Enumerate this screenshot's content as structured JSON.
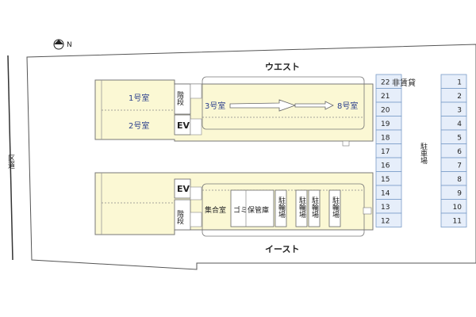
{
  "compass": {
    "north_label": "N"
  },
  "road": {
    "label": "区道"
  },
  "west_label": "ウエスト",
  "east_label": "イースト",
  "rooms": {
    "r1": "1号室",
    "r2": "2号室",
    "r3": "3号室",
    "r8": "8号室"
  },
  "stairs_label": "階段",
  "ev_label": "EV",
  "assembly_room": "集合室",
  "garbage_storage": "ゴミ保管庫",
  "bike_parking": "駐輪場",
  "car_parking": "駐車場",
  "non_rental_label": "非賃貸",
  "left_lots": [
    "22",
    "21",
    "20",
    "19",
    "18",
    "17",
    "16",
    "15",
    "14",
    "13",
    "12"
  ],
  "right_lots": [
    "1",
    "2",
    "3",
    "4",
    "5",
    "6",
    "7",
    "8",
    "9",
    "10",
    "11"
  ],
  "colors": {
    "building": "#fbf8d4",
    "parking": "#e6eefa",
    "parking_border": "#7a9cc8",
    "room_text": "#2a3e8c"
  }
}
